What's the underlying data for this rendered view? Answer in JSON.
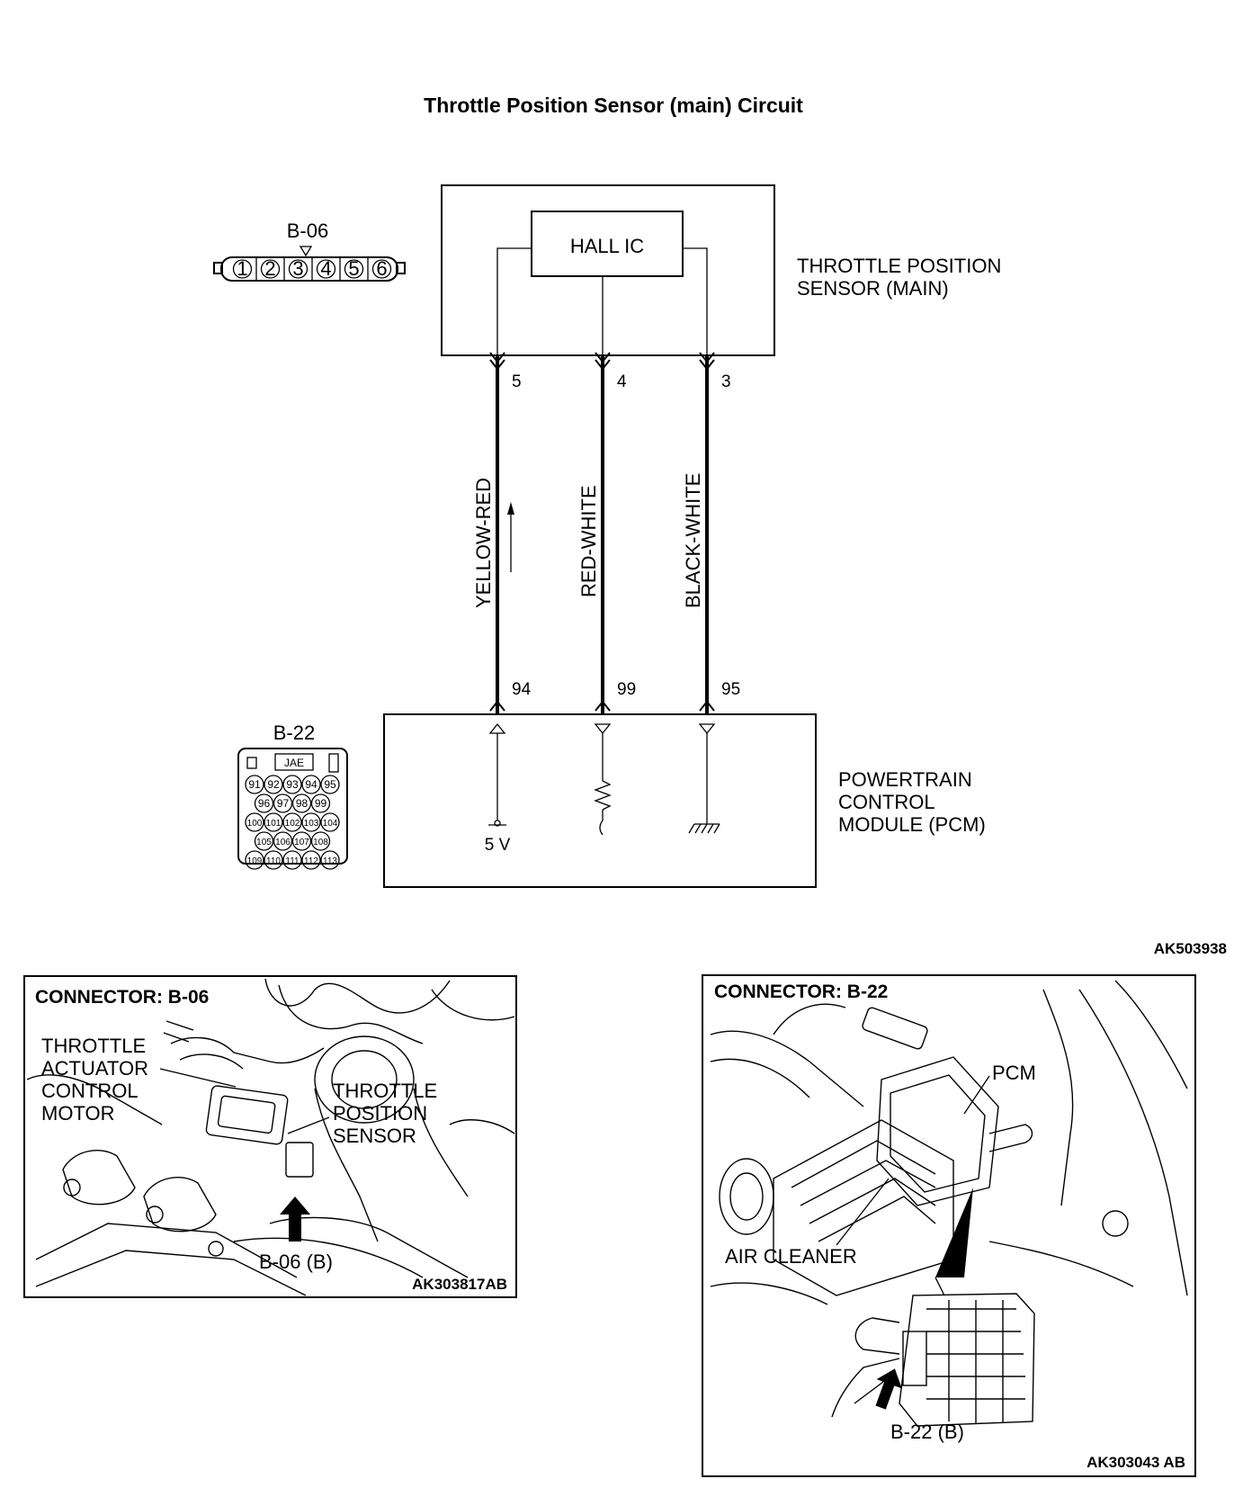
{
  "title": "Throttle Position Sensor (main) Circuit",
  "ref_code": "AK503938",
  "sensor": {
    "label_line1": "THROTTLE POSITION",
    "label_line2": "SENSOR (MAIN)",
    "ic_label": "HALL IC"
  },
  "connector_b06": {
    "name": "B-06",
    "pins": [
      "1",
      "2",
      "3",
      "4",
      "5",
      "6"
    ]
  },
  "connector_b22": {
    "name": "B-22",
    "maker": "JAE",
    "rows": [
      [
        "91",
        "92",
        "93",
        "94",
        "95"
      ],
      [
        "96",
        "97",
        "98",
        "99"
      ],
      [
        "100",
        "101",
        "102",
        "103",
        "104"
      ],
      [
        "105",
        "106",
        "107",
        "108"
      ],
      [
        "109",
        "110",
        "111",
        "112",
        "113"
      ]
    ]
  },
  "wires": [
    {
      "sensor_pin": "5",
      "pcm_pin": "94",
      "color": "YELLOW-RED"
    },
    {
      "sensor_pin": "4",
      "pcm_pin": "99",
      "color": "RED-WHITE"
    },
    {
      "sensor_pin": "3",
      "pcm_pin": "95",
      "color": "BLACK-WHITE"
    }
  ],
  "pcm": {
    "label_line1": "POWERTRAIN",
    "label_line2": "CONTROL",
    "label_line3": "MODULE (PCM)",
    "supply": "5 V"
  },
  "photo_left": {
    "heading": "CONNECTOR: B-06",
    "actuator_lines": [
      "THROTTLE",
      "ACTUATOR",
      "CONTROL",
      "MOTOR"
    ],
    "sensor_lines": [
      "THROTTLE",
      "POSITION",
      "SENSOR"
    ],
    "connector_label": "B-06 (B)",
    "code": "AK303817AB"
  },
  "photo_right": {
    "heading": "CONNECTOR: B-22",
    "pcm_label": "PCM",
    "air_cleaner_label": "AIR CLEANER",
    "connector_label": "B-22 (B)",
    "code": "AK303043 AB"
  }
}
